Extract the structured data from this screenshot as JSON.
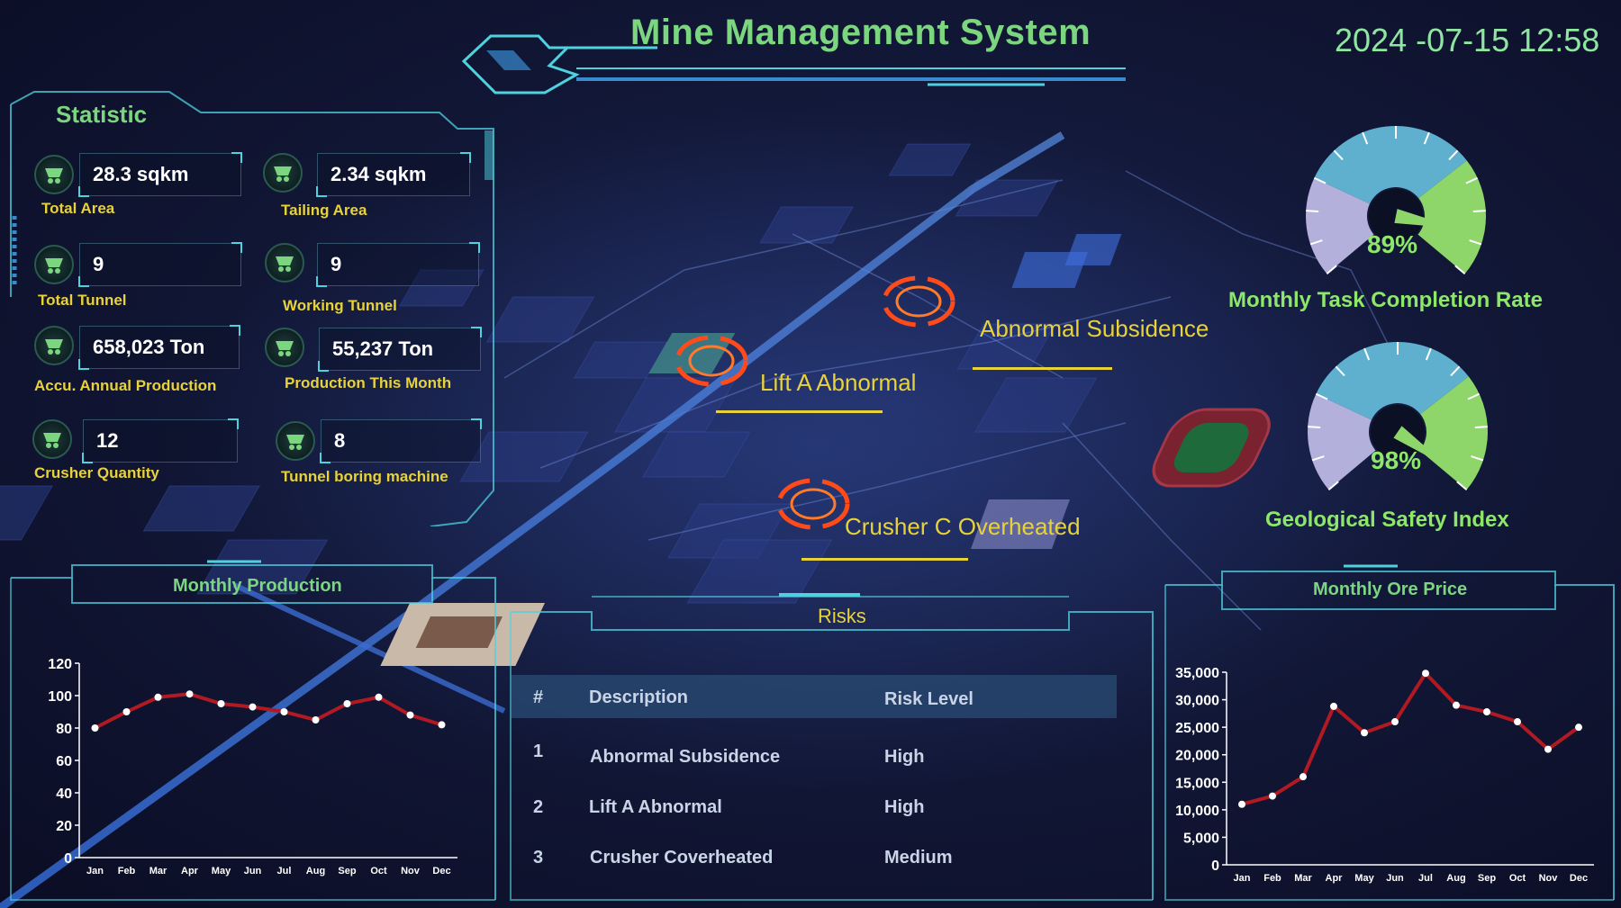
{
  "header": {
    "title": "Mine Management System",
    "datetime": "2024 -07-15 12:58"
  },
  "statistic": {
    "title": "Statistic",
    "items": [
      {
        "value": "28.3 sqkm",
        "label": "Total Area",
        "icon": "mining-cart-icon"
      },
      {
        "value": "2.34 sqkm",
        "label": "Tailing Area",
        "icon": "mining-cart-icon"
      },
      {
        "value": "9",
        "label": "Total Tunnel",
        "icon": "mining-cart-icon"
      },
      {
        "value": "9",
        "label": "Working Tunnel",
        "icon": "mining-cart-icon"
      },
      {
        "value": "658,023 Ton",
        "label": "Accu. Annual Production",
        "icon": "mining-cart-icon"
      },
      {
        "value": "55,237 Ton",
        "label": "Production This Month",
        "icon": "mining-cart-icon"
      },
      {
        "value": "12",
        "label": "Crusher Quantity",
        "icon": "mining-cart-icon"
      },
      {
        "value": "8",
        "label": "Tunnel boring machine",
        "icon": "mining-cart-icon"
      }
    ]
  },
  "map_alerts": [
    {
      "label": "Abnormal Subsidence",
      "icon": "alert-ring-icon"
    },
    {
      "label": "Lift A Abnormal",
      "icon": "alert-ring-icon"
    },
    {
      "label": "Crusher C Overheated",
      "icon": "alert-ring-icon"
    }
  ],
  "gauges": [
    {
      "label": "Monthly Task Completion Rate",
      "value_text": "89%",
      "value": 0.89
    },
    {
      "label": "Geological Safety Index",
      "value_text": "98%",
      "value": 0.98
    }
  ],
  "risks": {
    "title": "Risks",
    "columns": [
      "#",
      "Description",
      "Risk Level"
    ],
    "rows": [
      {
        "num": "1",
        "description": "Abnormal Subsidence",
        "level": "High"
      },
      {
        "num": "2",
        "description": "Lift A Abnormal",
        "level": "High"
      },
      {
        "num": "3",
        "description": "Crusher Coverheated",
        "level": "Medium"
      }
    ]
  },
  "colors": {
    "accent_green": "#7bd67f",
    "label_yellow": "#e8d23a",
    "frame_cyan": "#4fd2e0",
    "line_red": "#b01a22",
    "gauge_blue": "#5fb0cf",
    "gauge_lavender": "#b3b0dc",
    "gauge_green": "#8fd66a"
  },
  "chart_data": [
    {
      "type": "line",
      "title": "Monthly Production",
      "categories": [
        "Jan",
        "Feb",
        "Mar",
        "Apr",
        "May",
        "Jun",
        "Jul",
        "Aug",
        "Sep",
        "Oct",
        "Nov",
        "Dec"
      ],
      "values": [
        80,
        90,
        99,
        101,
        95,
        93,
        90,
        85,
        95,
        99,
        88,
        82
      ],
      "yticks": [
        "0",
        "20",
        "40",
        "60",
        "80",
        "100",
        "120"
      ],
      "ylim": [
        0,
        120
      ],
      "grid": false
    },
    {
      "type": "line",
      "title": "Monthly Ore Price",
      "categories": [
        "Jan",
        "Feb",
        "Mar",
        "Apr",
        "May",
        "Jun",
        "Jul",
        "Aug",
        "Sep",
        "Oct",
        "Nov",
        "Dec"
      ],
      "values": [
        11000,
        12500,
        16000,
        28800,
        24000,
        26000,
        34800,
        29000,
        27800,
        26000,
        21000,
        25000
      ],
      "yticks": [
        "0",
        "5,000",
        "10,000",
        "15,000",
        "20,000",
        "25,000",
        "30,000",
        "35,000"
      ],
      "ylim": [
        0,
        35000
      ],
      "grid": false
    }
  ]
}
